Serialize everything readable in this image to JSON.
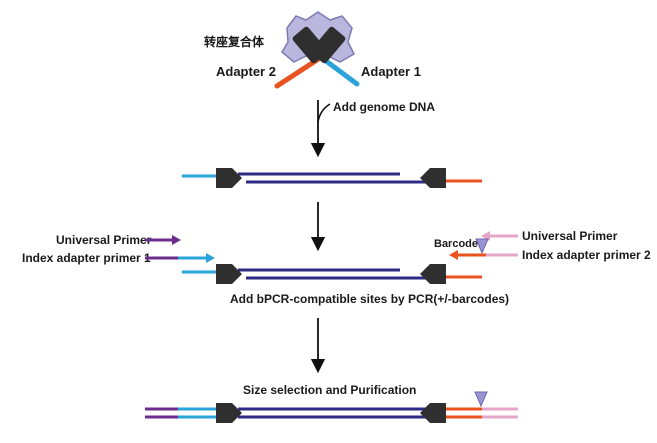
{
  "labels": {
    "transposome": "转座复合体",
    "adapter2": "Adapter 2",
    "adapter1": "Adapter 1",
    "add_genome": "Add genome DNA",
    "universal_primer_left": "Universal Primer",
    "index_primer_1": "Index adapter primer 1",
    "barcode": "Barcode",
    "universal_primer_right": "Universal Primer",
    "index_primer_2": "Index adapter primer 2",
    "add_sites": "Add bPCR-compatible sites by PCR(+/-barcodes)",
    "size_selection": "Size selection and Purification"
  },
  "colors": {
    "dna_strand": "#2e2a86",
    "adapter_blue": "#2aa3d9",
    "adapter_orange": "#e8531f",
    "block_dark": "#2f2f2f",
    "transposase": "#b9b7dd",
    "primer_purple": "#6b2d8e",
    "primer_pink": "#e6a6c8",
    "barcode_triangle": "#9a93d1",
    "arrow": "#111111"
  }
}
